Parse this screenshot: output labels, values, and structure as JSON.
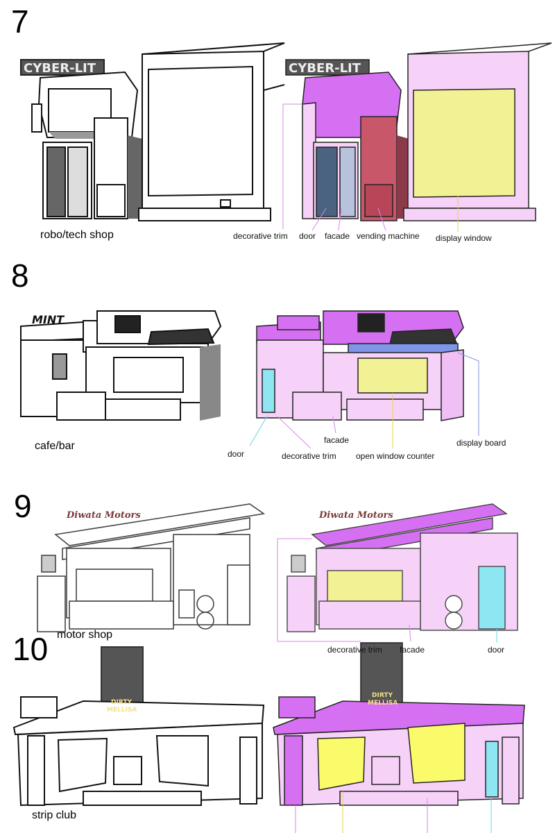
{
  "colors": {
    "trim": "#d670f2",
    "facade": "#f6d2f8",
    "door_dark": "#4a6380",
    "door_cyan": "#8ee6f2",
    "vending": "#c8576a",
    "window": "#f2f294",
    "board": "#7f95e8",
    "strip_window": "#fafa6a",
    "leader": "#d985e6",
    "leader_cyan": "#6fd0ec",
    "leader_yellow": "#e4d24a"
  },
  "panels": [
    {
      "number": "7",
      "caption": "robo/tech shop",
      "sign": "CYBER-LIT",
      "labels": {
        "decorative_trim": "decorative trim",
        "door": "door",
        "facade": "facade",
        "vending_machine": "vending machine",
        "display_window": "display window"
      }
    },
    {
      "number": "8",
      "caption": "cafe/bar",
      "sign": "MINT",
      "labels": {
        "facade": "facade",
        "display_board": "display board",
        "door": "door",
        "decorative_trim": "decorative trim",
        "open_window_counter": "open window counter"
      }
    },
    {
      "number": "9",
      "caption": "motor shop",
      "sign": "Diwata Motors",
      "labels": {
        "decorative_trim": "decorative trim",
        "facade": "facade",
        "door": "door"
      }
    },
    {
      "number": "10",
      "caption": "strip club",
      "sign_line1": "DIRTY",
      "sign_line2": "MELLISA"
    }
  ]
}
